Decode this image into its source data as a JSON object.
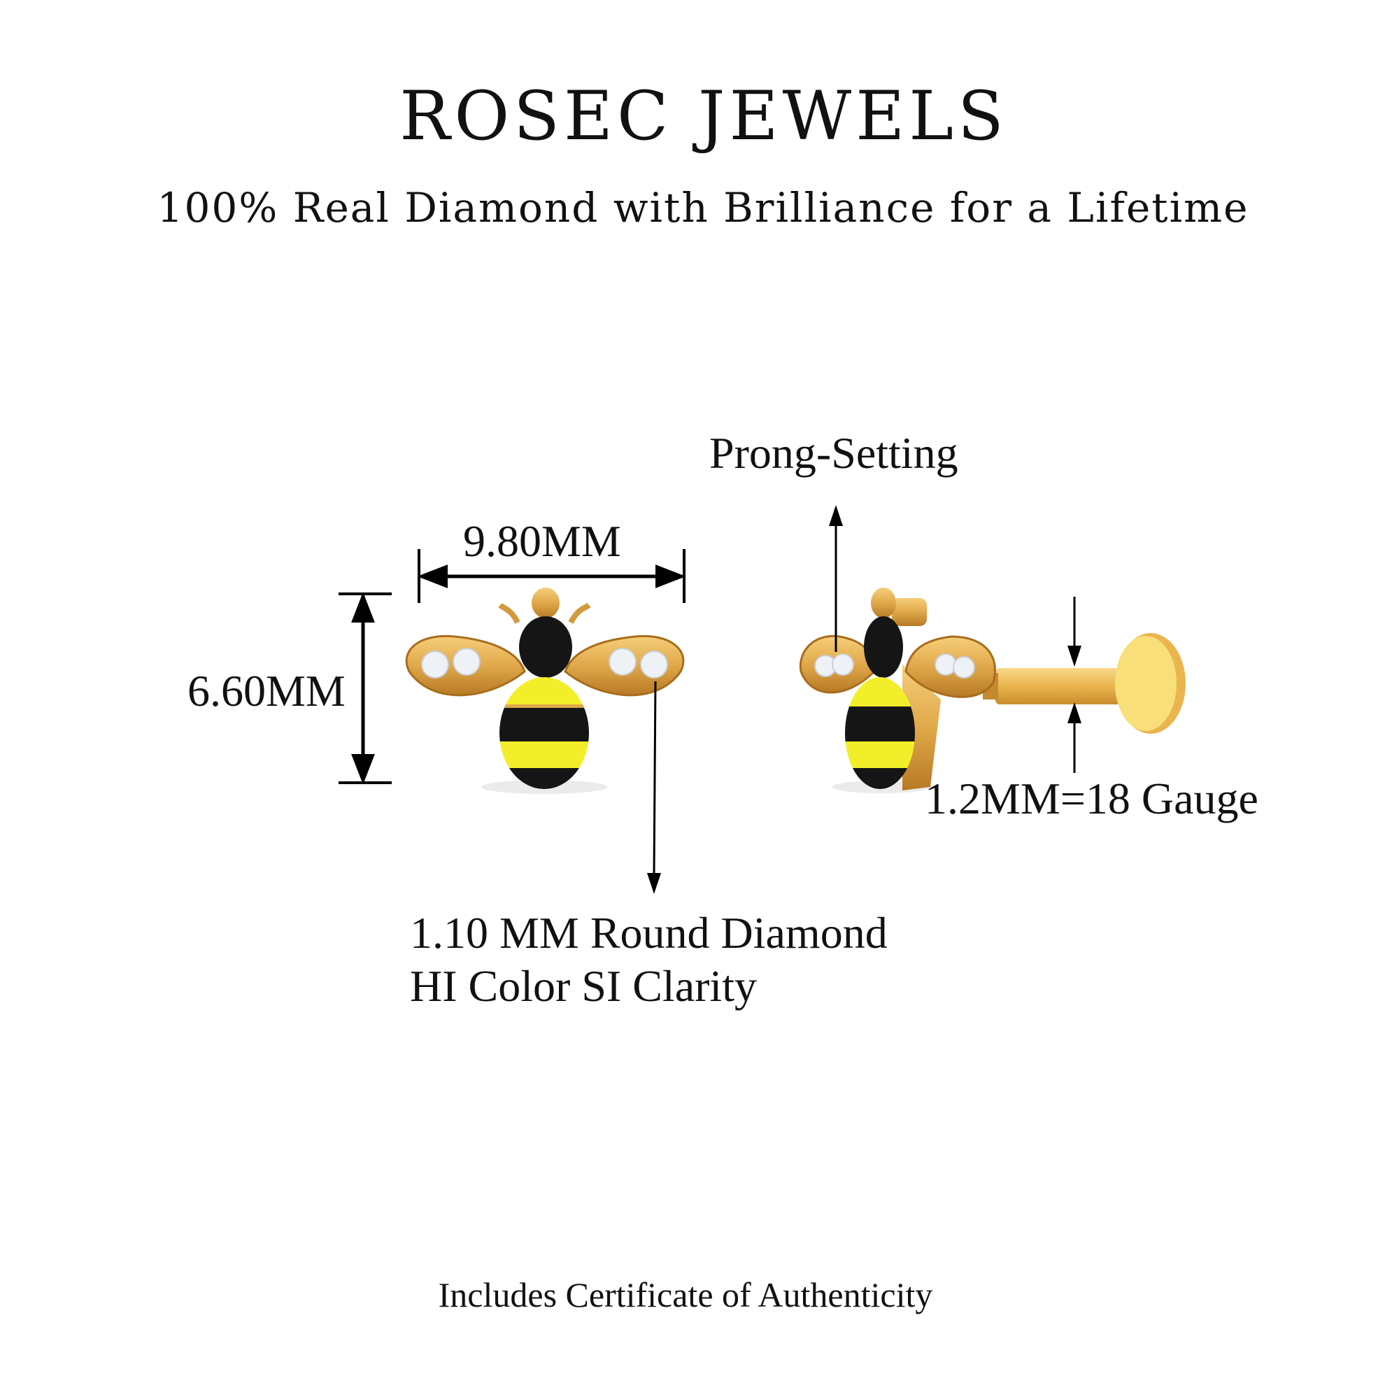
{
  "brand": "ROSEC JEWELS",
  "tagline": "100% Real Diamond with Brilliance for a Lifetime",
  "annotations": {
    "setting": "Prong-Setting",
    "width": "9.80MM",
    "height": "6.60MM",
    "gauge": "1.2MM=18 Gauge",
    "diamond_size": "1.10 MM Round Diamond",
    "diamond_quality": "HI Color SI Clarity"
  },
  "footer": "Includes Certificate of Authenticity",
  "product": {
    "images": [
      "bee-earring-front-icon",
      "bee-earring-side-icon"
    ],
    "colors": {
      "gold": "#e0a84a",
      "enamel_yellow": "#f2ee2a",
      "enamel_black": "#151515",
      "diamond": "#eef2f7"
    }
  }
}
